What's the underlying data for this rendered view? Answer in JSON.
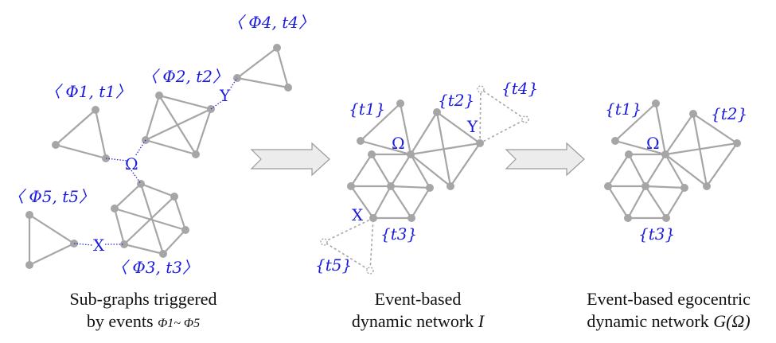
{
  "panel1": {
    "labels": {
      "phi4": "〈 Φ4, t4〉",
      "phi1": "〈 Φ1, t1〉",
      "phi2": "〈 Φ2, t2〉",
      "phi5": "〈 Φ5, t5〉",
      "phi3": "〈 Φ3, t3〉"
    },
    "omega": "Ω",
    "y": "Y",
    "x": "X",
    "caption_line1": "Sub-graphs triggered",
    "caption_line2": "by events",
    "caption_events": "Φ1~ Φ5"
  },
  "panel2": {
    "labels": {
      "t1": "{t1}",
      "t2": "{t2}",
      "t3": "{t3}",
      "t4": "{t4}",
      "t5": "{t5}"
    },
    "omega": "Ω",
    "y": "Y",
    "x": "X",
    "caption_line1": "Event-based",
    "caption_line2": "dynamic network",
    "caption_var": "I"
  },
  "panel3": {
    "labels": {
      "t1": "{t1}",
      "t2": "{t2}",
      "t3": "{t3}"
    },
    "omega": "Ω",
    "caption_line1": "Event-based egocentric",
    "caption_line2": "dynamic network",
    "caption_var": "G(Ω)"
  },
  "colors": {
    "label": "#1a1ae0",
    "graph": "#a6a6a6",
    "arrow_fill": "#ececec"
  }
}
